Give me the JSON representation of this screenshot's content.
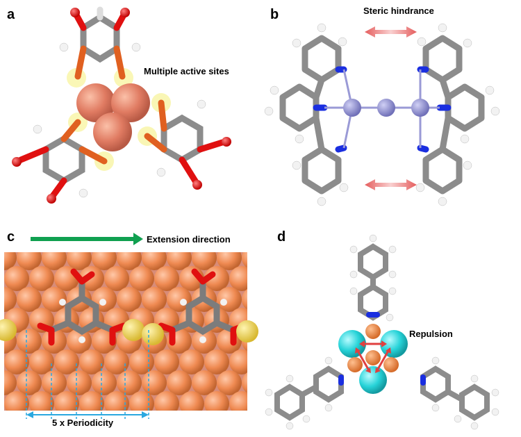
{
  "panels": {
    "a": {
      "label": "a",
      "annotation": "Multiple active sites"
    },
    "b": {
      "label": "b",
      "annotation": "Steric hindrance"
    },
    "c": {
      "label": "c",
      "annotation": "Extension direction",
      "periodicity": "5 x Periodicity"
    },
    "d": {
      "label": "d",
      "annotation": "Repulsion"
    }
  },
  "colors": {
    "carbon": "#8c8c8c",
    "oxygen": "#e01010",
    "hydrogen": "#f2f2f2",
    "nitrogen": "#1a2ee0",
    "copper": "#e8876a",
    "metal_b": "#9a9ad6",
    "sulfur": "#f0d050",
    "cyan": "#27d3d8",
    "highlight": "#f5f07a",
    "arrow_green": "#10a050",
    "arrow_blue": "#2aa8e0",
    "arrow_red": "#e04040"
  }
}
